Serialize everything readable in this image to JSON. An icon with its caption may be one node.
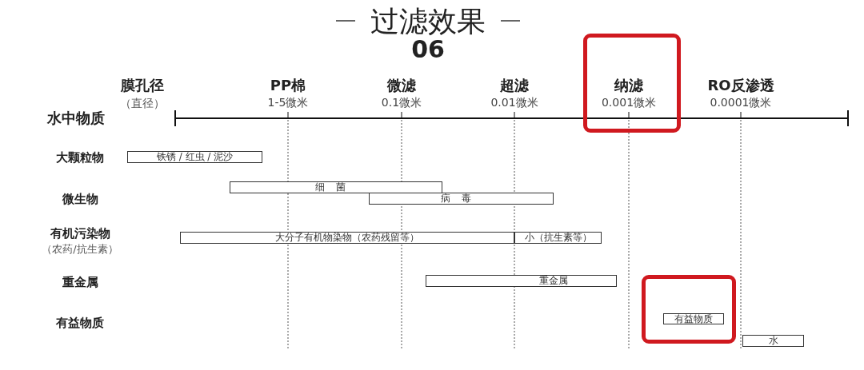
{
  "diagram": {
    "title": "过滤效果",
    "nodes": [
      {
        "text": [],
        "shape": "box"
      },
      {
        "text": [
          "铁锈 / 红虫 / 泥沙"
        ]
      },
      {
        "text": [
          "细菌"
        ]
      },
      {
        "text": [
          "病毒"
        ]
      },
      {
        "text": [
          "大分子有机物染物（农药残留等）"
        ]
      },
      {
        "text": [
          "小（抗生素等）"
        ]
      },
      {
        "text": [
          "重金属"
        ]
      },
      {
        "text": [],
        "shape": "box"
      },
      {
        "text": [
          "有益物质"
        ],
        "in": 7
      },
      {
        "text": [
          "水"
        ]
      }
    ],
    "edges": [],
    "labels": [
      "06",
      "膜孔径",
      "（直径）",
      "水中物质",
      "PP棉",
      "1-5微米",
      "微滤",
      "0.1微米",
      "超滤",
      "0.01微米",
      "纳滤",
      "0.001微米",
      "RO反渗透",
      "0.0001微米",
      "大颗粒物",
      "微生物",
      "有机污染物",
      "（农药/抗生素）",
      "重金属",
      "有益物质"
    ]
  }
}
